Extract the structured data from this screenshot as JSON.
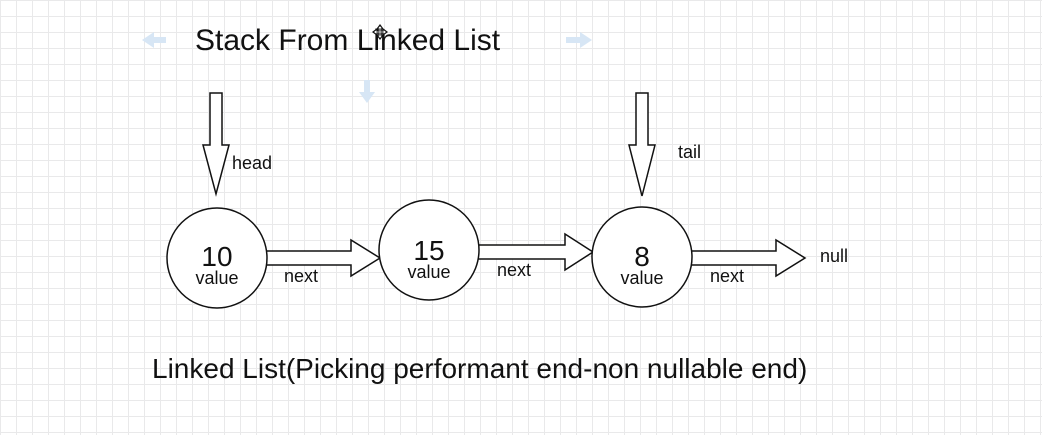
{
  "title": "Stack From Linked List",
  "pointers": {
    "head": "head",
    "tail": "tail"
  },
  "nodes": [
    {
      "number": "10",
      "label": "value"
    },
    {
      "number": "15",
      "label": "value"
    },
    {
      "number": "8",
      "label": "value"
    }
  ],
  "links": [
    "next",
    "next",
    "next"
  ],
  "terminal": "null",
  "caption": "Linked List(Picking performant end-non nullable end)",
  "colors": {
    "stroke": "#111111",
    "fill": "#ffffff",
    "ghost_arrow": "#d7e6f5"
  }
}
